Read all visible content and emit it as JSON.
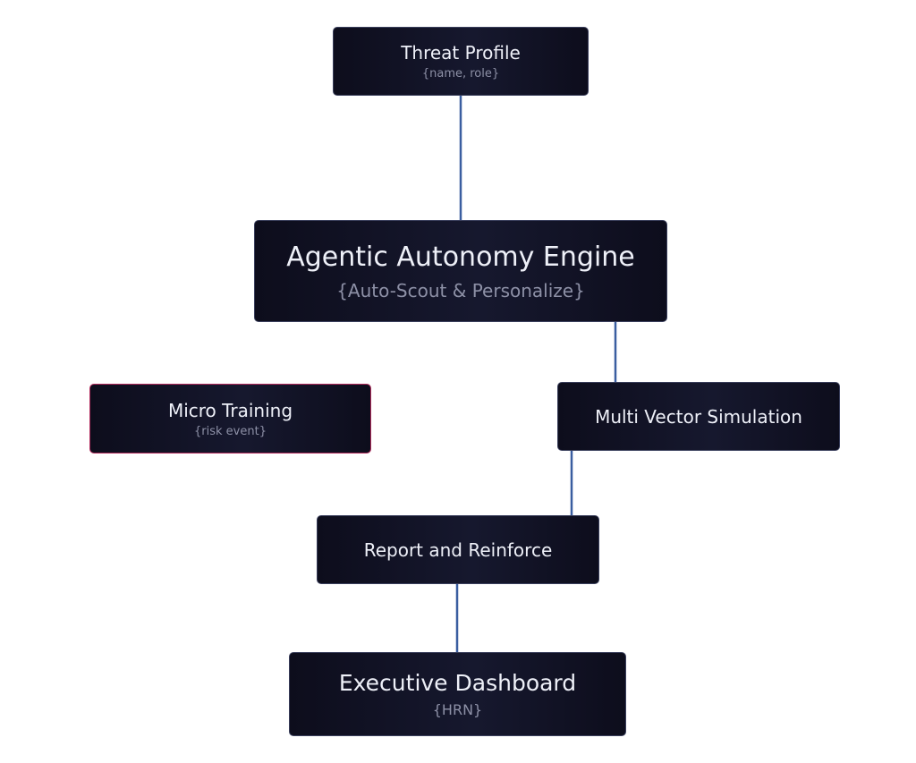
{
  "nodes": {
    "threat_profile": {
      "title": "Threat Profile",
      "sub": "{name, role}"
    },
    "autonomy_engine": {
      "title": "Agentic Autonomy Engine",
      "sub": "{Auto-Scout & Personalize}"
    },
    "micro_training": {
      "title": "Micro Training",
      "sub": "{risk event}"
    },
    "multi_vector": {
      "title": "Multi Vector Simulation"
    },
    "report_reinforce": {
      "title": "Report and Reinforce"
    },
    "exec_dashboard": {
      "title": "Executive Dashboard",
      "sub": "{HRN}"
    }
  },
  "colors": {
    "node_bg": "#0d0d1c",
    "node_border": "#3a3f5c",
    "accent_border": "#b32a5c",
    "line_blue": "#3a5ea0",
    "line_pink": "#c21f5a"
  }
}
